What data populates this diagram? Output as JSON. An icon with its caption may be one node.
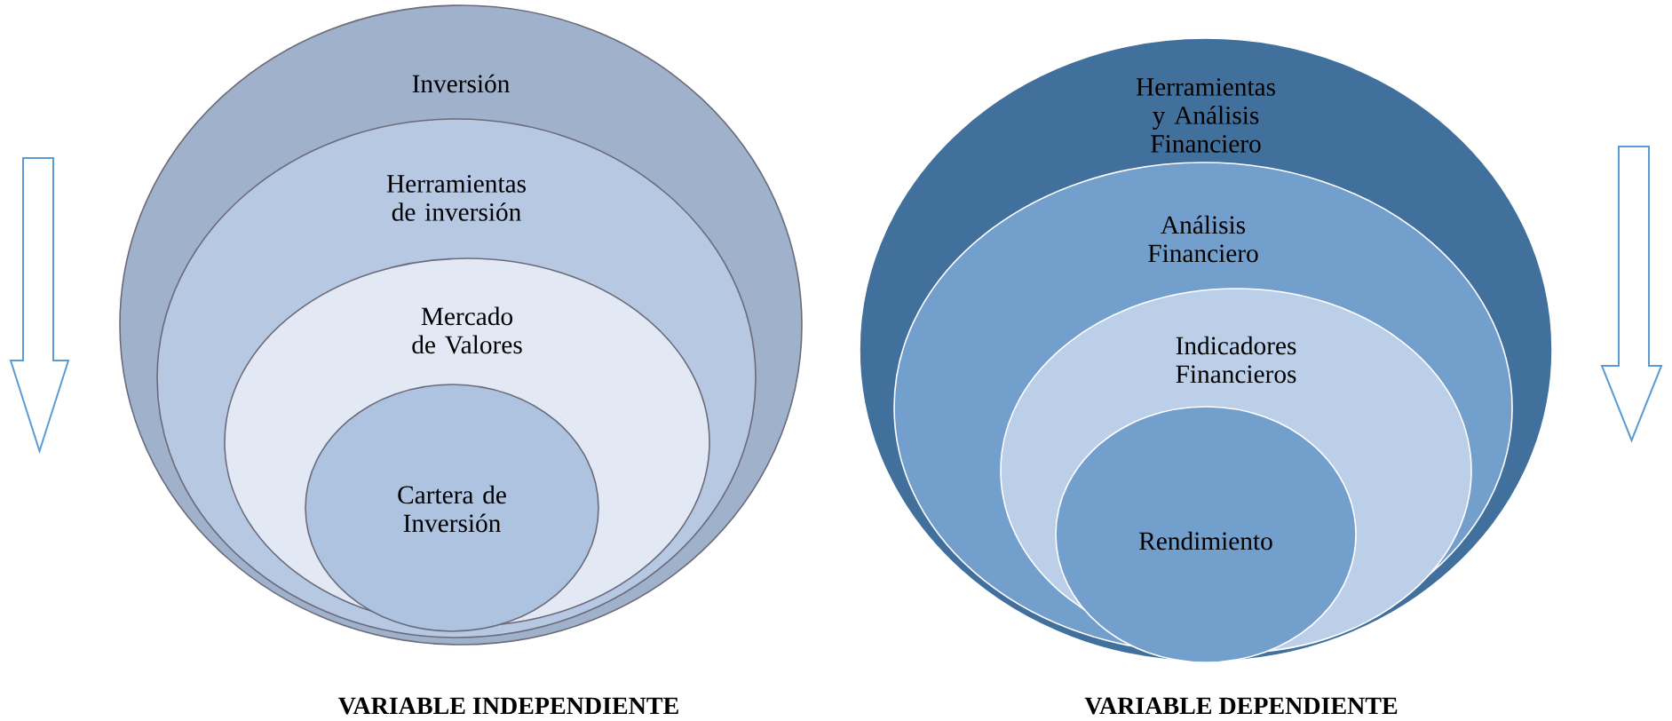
{
  "diagram": {
    "nodes": [
      {
        "text": [
          "Inversión"
        ]
      },
      {
        "text": [
          "Herramientas de inversión"
        ],
        "in": 0
      },
      {
        "text": [
          "Mercado de Valores"
        ],
        "in": 1
      },
      {
        "text": [
          "Cartera de Inversión"
        ],
        "in": 2
      },
      {
        "text": [
          "Herramientas y Análisis Financiero"
        ]
      },
      {
        "text": [
          "Análisis Financiero"
        ],
        "in": 4
      },
      {
        "text": [
          "Indicadores Financieros"
        ],
        "in": 5
      },
      {
        "text": [
          "Rendimiento"
        ],
        "in": 6
      }
    ],
    "labels": [
      "VARIABLE INDEPENDIENTE",
      "VARIABLE DEPENDIENTE"
    ]
  }
}
